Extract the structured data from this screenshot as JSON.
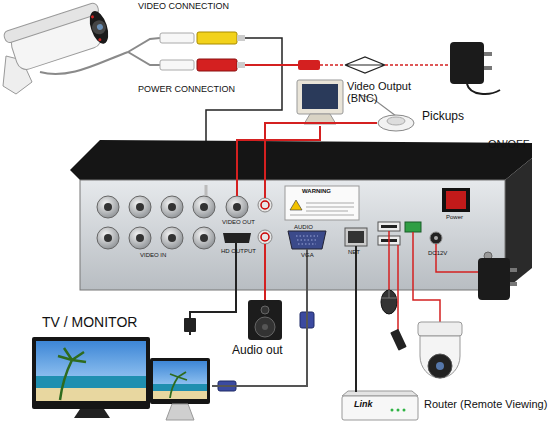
{
  "diagram": {
    "nodes": [
      {
        "text": [
          "Video Output (BNC)"
        ]
      },
      {
        "text": [
          "Pickups"
        ]
      },
      {
        "text": [
          "WARNING",
          "VIDEO IN",
          "VIDEO OUT",
          "HD OUTPUT",
          "AUDIO",
          "VGA",
          "NET",
          "DC12V",
          "Power"
        ]
      },
      {
        "text": [
          "Audio out"
        ]
      },
      {
        "text": [
          "TV / MONITOR"
        ]
      },
      {
        "text": [
          "Link",
          "Router (Remote Viewing)"
        ]
      }
    ],
    "edges": [
      {
        "from": 2,
        "to": 0,
        "arrow": "none"
      },
      {
        "from": 2,
        "to": 1,
        "arrow": "none"
      },
      {
        "from": 2,
        "to": 3,
        "arrow": "none"
      },
      {
        "from": 2,
        "to": 4,
        "arrow": "none"
      },
      {
        "from": 2,
        "to": 4,
        "arrow": "none"
      },
      {
        "from": 2,
        "to": 5,
        "arrow": "none"
      }
    ],
    "labels": [
      "VIDEO CONNECTION",
      "POWER CONNECTION",
      "ON/OFF"
    ]
  }
}
